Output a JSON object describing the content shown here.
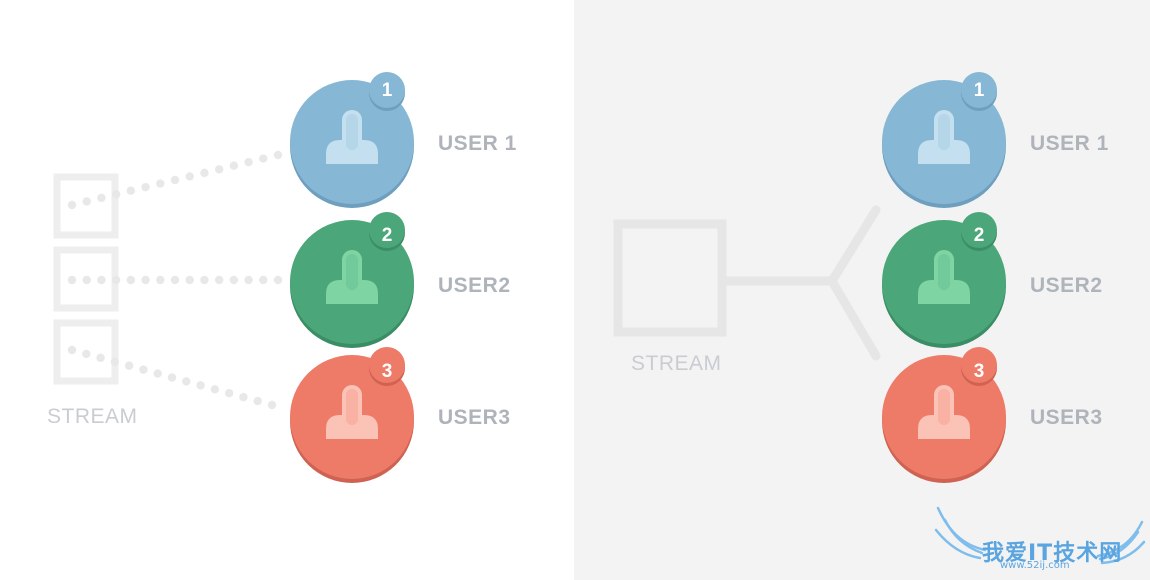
{
  "left_panel": {
    "stream_label": "STREAM",
    "users": [
      {
        "badge": "1",
        "label": "USER 1",
        "color": "#86b7d5",
        "shadow": "#6e9fbe",
        "figure": "#c4dff0"
      },
      {
        "badge": "2",
        "label": "USER2",
        "color": "#4ba77a",
        "shadow": "#3b8d65",
        "figure": "#7fd4a4"
      },
      {
        "badge": "3",
        "label": "USER3",
        "color": "#ee7a68",
        "shadow": "#cf6251",
        "figure": "#fbc3b6"
      }
    ]
  },
  "right_panel": {
    "stream_label": "STREAM",
    "users": [
      {
        "badge": "1",
        "label": "USER 1"
      },
      {
        "badge": "2",
        "label": "USER2"
      },
      {
        "badge": "3",
        "label": "USER3"
      }
    ]
  },
  "watermark": {
    "title": "我爱IT技术网",
    "url": "www.52ij.com",
    "color": "#5aa5e0"
  }
}
